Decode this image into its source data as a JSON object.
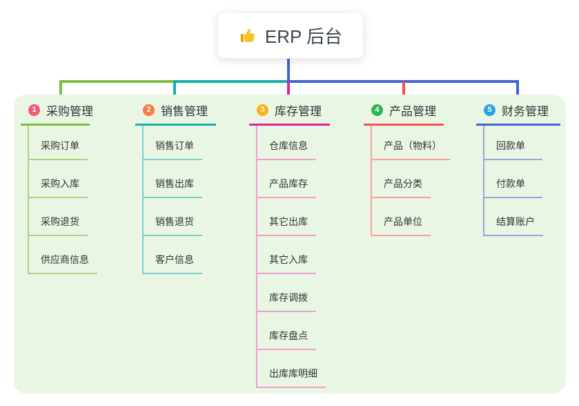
{
  "root": {
    "icon": "thumbs-up",
    "label": "ERP 后台"
  },
  "palette": {
    "canvas_bg": "#ffffff",
    "panel_bg": "#e9f6e4",
    "root_text": "#3b4656",
    "node_text": "#333333",
    "root_link": "#4164d2"
  },
  "branches": [
    {
      "badge": "1",
      "label": "采购管理",
      "badge_color": "#f25b70",
      "line_color": "#7cbd3f",
      "child_line_color": "#a9d47f",
      "children": [
        "采购订单",
        "采购入库",
        "采购退货",
        "供应商信息"
      ]
    },
    {
      "badge": "2",
      "label": "销售管理",
      "badge_color": "#f67d45",
      "line_color": "#14b1a7",
      "child_line_color": "#7fcfc9",
      "children": [
        "销售订单",
        "销售出库",
        "销售退货",
        "客户信息"
      ]
    },
    {
      "badge": "3",
      "label": "库存管理",
      "badge_color": "#fbb017",
      "line_color": "#e0239b",
      "child_line_color": "#f19dcb",
      "children": [
        "仓库信息",
        "产品库存",
        "其它出库",
        "其它入库",
        "库存调拨",
        "库存盘点",
        "出库库明细"
      ]
    },
    {
      "badge": "4",
      "label": "产品管理",
      "badge_color": "#2fb456",
      "line_color": "#f4514d",
      "child_line_color": "#f8a09a",
      "children": [
        "产品（物料）",
        "产品分类",
        "产品单位"
      ]
    },
    {
      "badge": "5",
      "label": "财务管理",
      "badge_color": "#2ba2e4",
      "line_color": "#4164d2",
      "child_line_color": "#93a7dc",
      "children": [
        "回款单",
        "付款单",
        "结算账户"
      ]
    }
  ]
}
